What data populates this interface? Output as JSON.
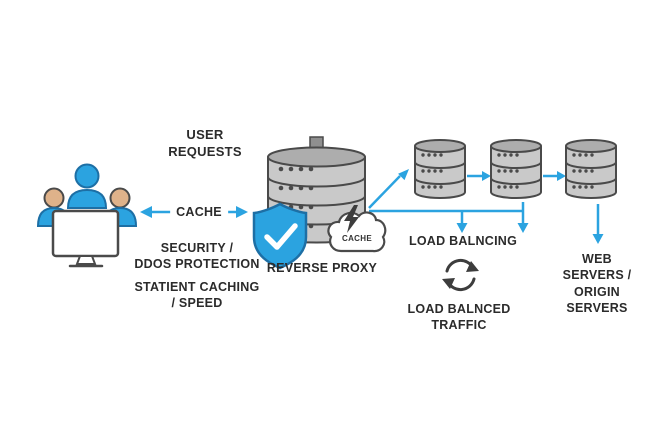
{
  "diagram": {
    "labels": {
      "user_requests": "USER\nREQUESTS",
      "cache_arrow": "CACHE",
      "security": "SECURITY /\nDDOS PROTECTION",
      "static_caching": "STATIENT CACHING\n/ SPEED",
      "reverse_proxy": "REVERSE PROXY",
      "cloud_cache": "CACHE",
      "load_balancing": "LOAD BALNCING",
      "load_balanced_traffic": "LOAD BALNCED\nTRAFFIC",
      "web_servers": "WEB SERVERS /\nORIGIN SERVERS"
    },
    "icons": {
      "users": "users-icon",
      "monitor": "monitor-icon",
      "reverse_proxy_server": "server-stack-icon",
      "shield": "shield-check-icon",
      "cache_cloud": "cache-cloud-icon",
      "lightning": "lightning-bolt-icon",
      "web_server_stacks": "server-stack-icon",
      "refresh": "refresh-cycle-icon",
      "arrows": "flow-arrow-icon"
    },
    "colors": {
      "accent_blue": "#2BA3E0",
      "accent_blue_dark": "#1D6FA5",
      "icon_stroke": "#4A4A4A",
      "server_fill": "#C9C9C9",
      "server_top_fill": "#ADADAD",
      "skin": "#DFB28A",
      "text": "#2B2B2B",
      "background": "#FFFFFF"
    }
  }
}
